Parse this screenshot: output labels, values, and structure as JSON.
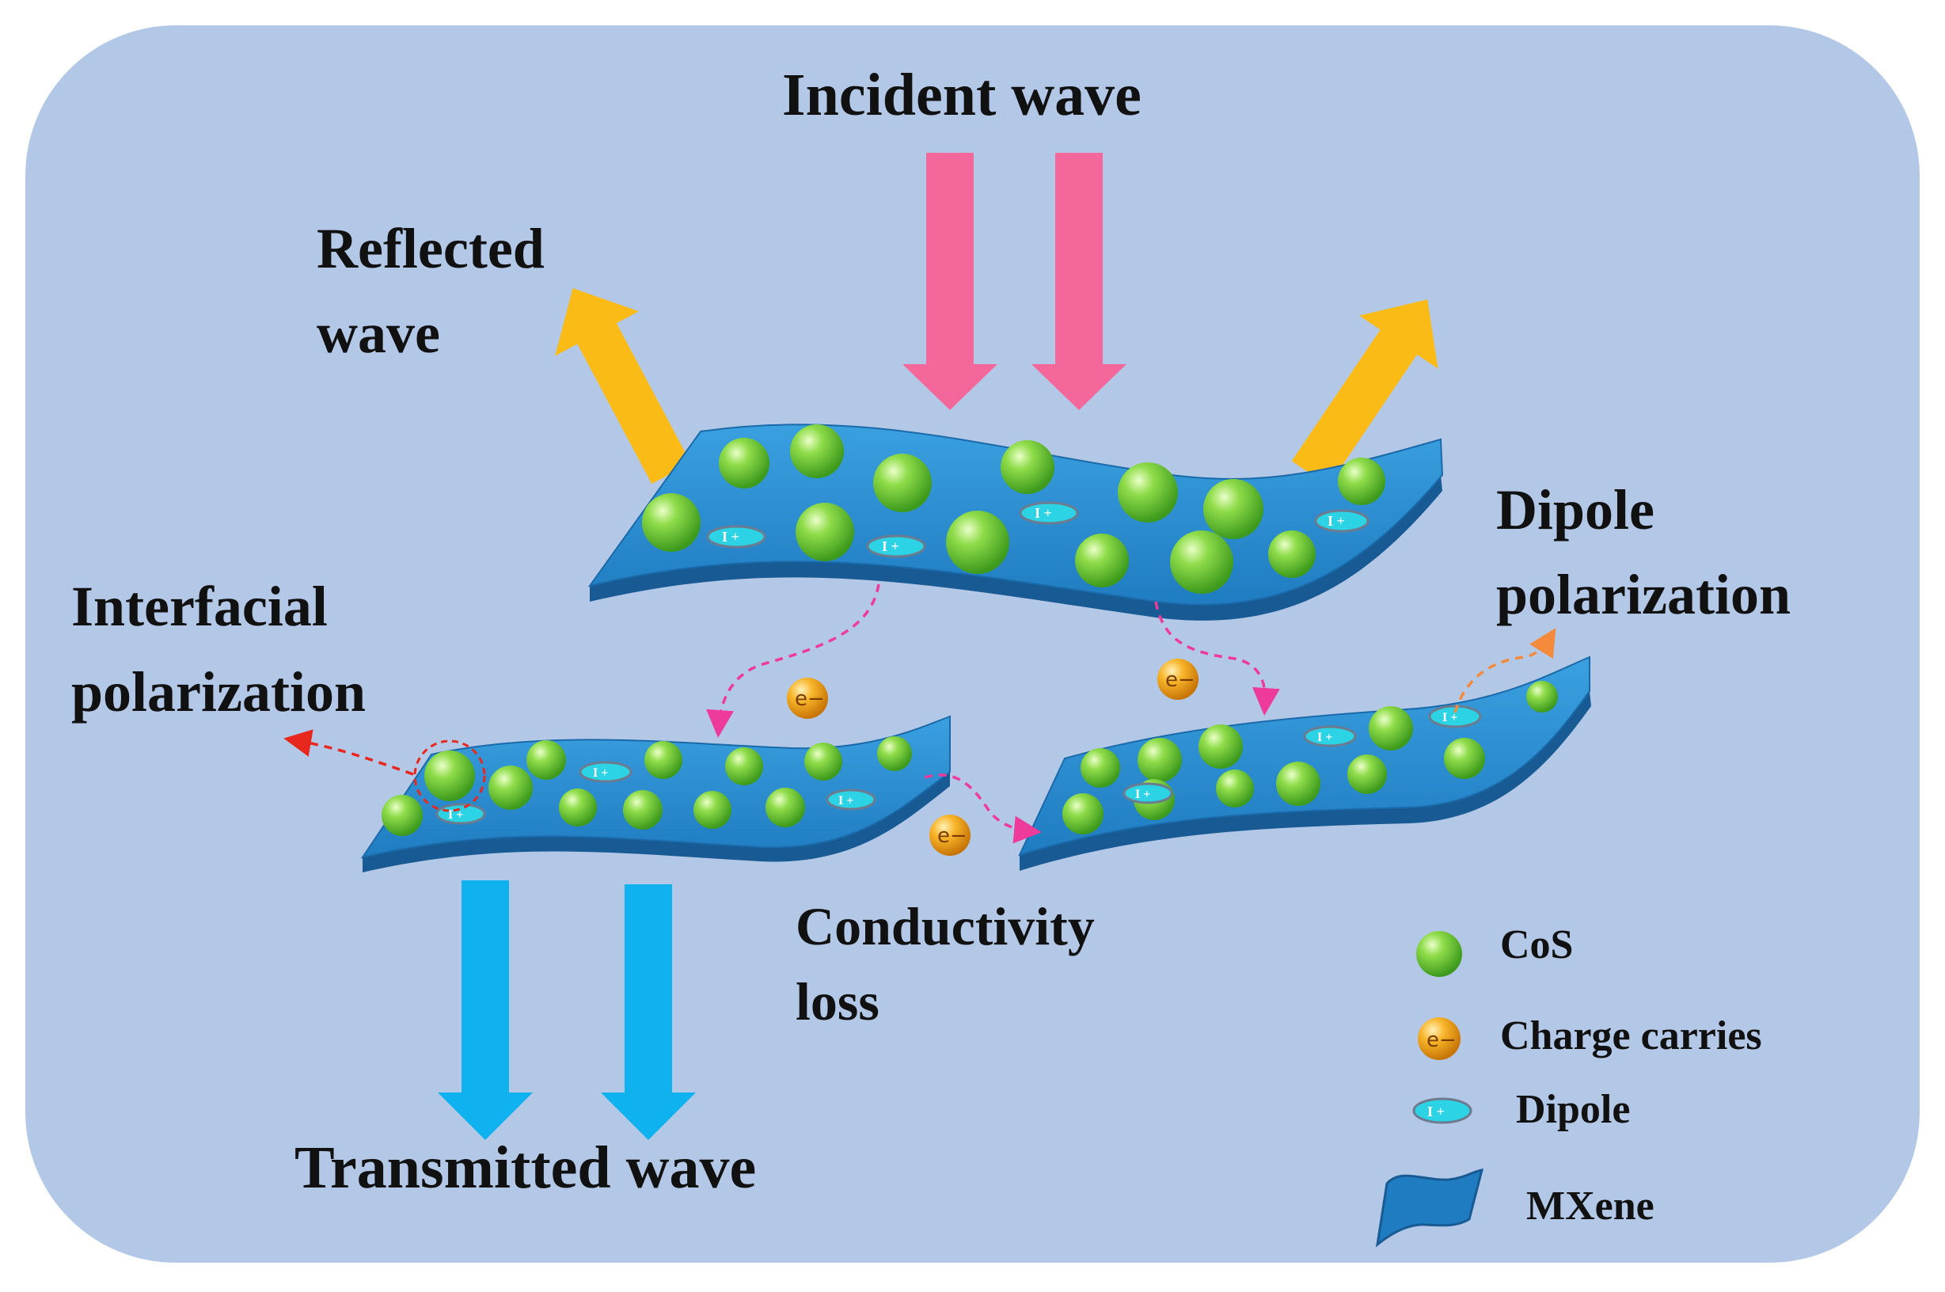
{
  "colors": {
    "background": "#b3c8e6",
    "incident_arrow": "#f4679a",
    "reflected_arrow": "#fbbb16",
    "transmitted_arrow": "#0fb1ee",
    "sheet_top": "#2a8fd2",
    "sheet_edge": "#175a94",
    "sphere": "#7dd23e",
    "carrier": "#f6a519",
    "dipole": "#2bd3e4",
    "loss_path": "#ee3a9b",
    "interfacial_path": "#e8281e",
    "dipole_path": "#f38a3c"
  },
  "labels": {
    "incident": "Incident wave",
    "reflected_line1": "Reflected",
    "reflected_line2": "wave",
    "dipole_pol_line1": "Dipole",
    "dipole_pol_line2": "polarization",
    "interfacial_line1": "Interfacial",
    "interfacial_line2": "polarization",
    "conductivity_line1": "Conductivity",
    "conductivity_line2": "loss",
    "transmitted": "Transmitted wave"
  },
  "carrier_symbol": "e−",
  "legend": {
    "items": [
      {
        "icon": "cos-sphere-icon",
        "label": "CoS"
      },
      {
        "icon": "charge-carrier-icon",
        "label": "Charge carries"
      },
      {
        "icon": "dipole-icon",
        "label": "Dipole"
      },
      {
        "icon": "mxene-sheet-icon",
        "label": "MXene"
      }
    ]
  }
}
